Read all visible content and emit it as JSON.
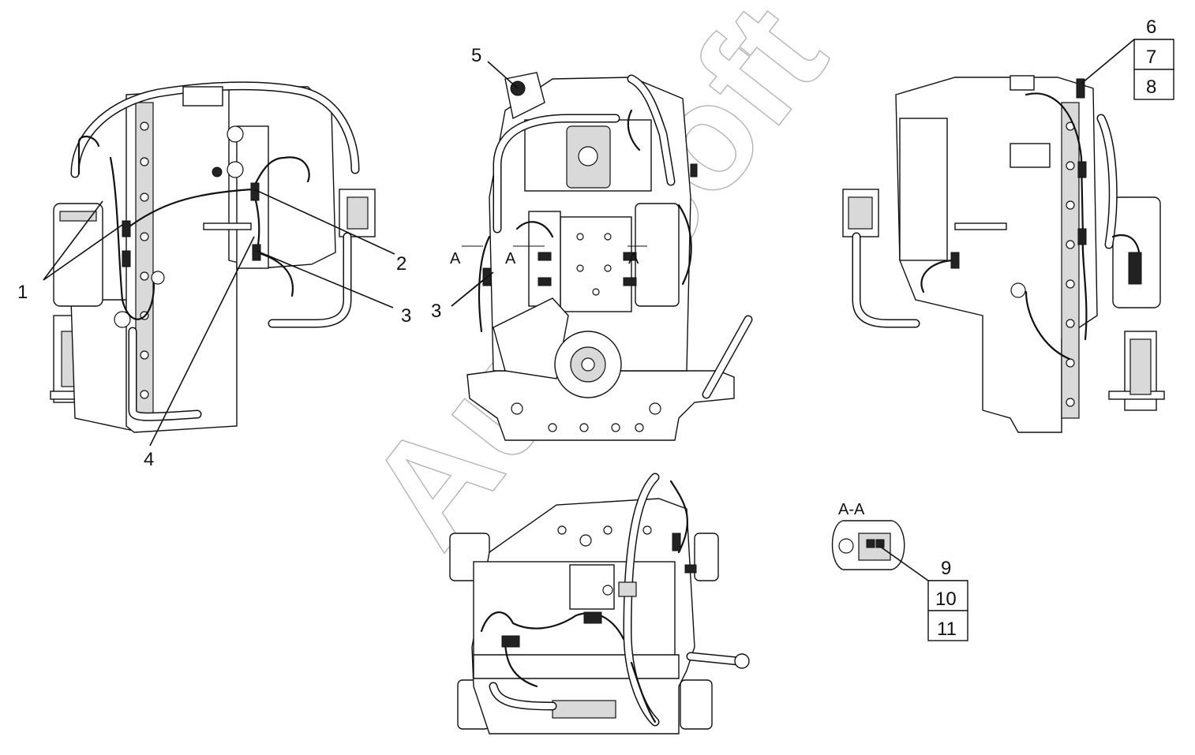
{
  "watermark": "AutoSoft",
  "section_label": "A-A",
  "section_marks": [
    "A",
    "A",
    "A"
  ],
  "callouts": {
    "c1": "1",
    "c2": "2",
    "c3a": "3",
    "c3b": "3",
    "c4": "4",
    "c5": "5",
    "c6": "6",
    "c7": "7",
    "c8": "8",
    "c9": "9",
    "c10": "10",
    "c11": "11"
  }
}
